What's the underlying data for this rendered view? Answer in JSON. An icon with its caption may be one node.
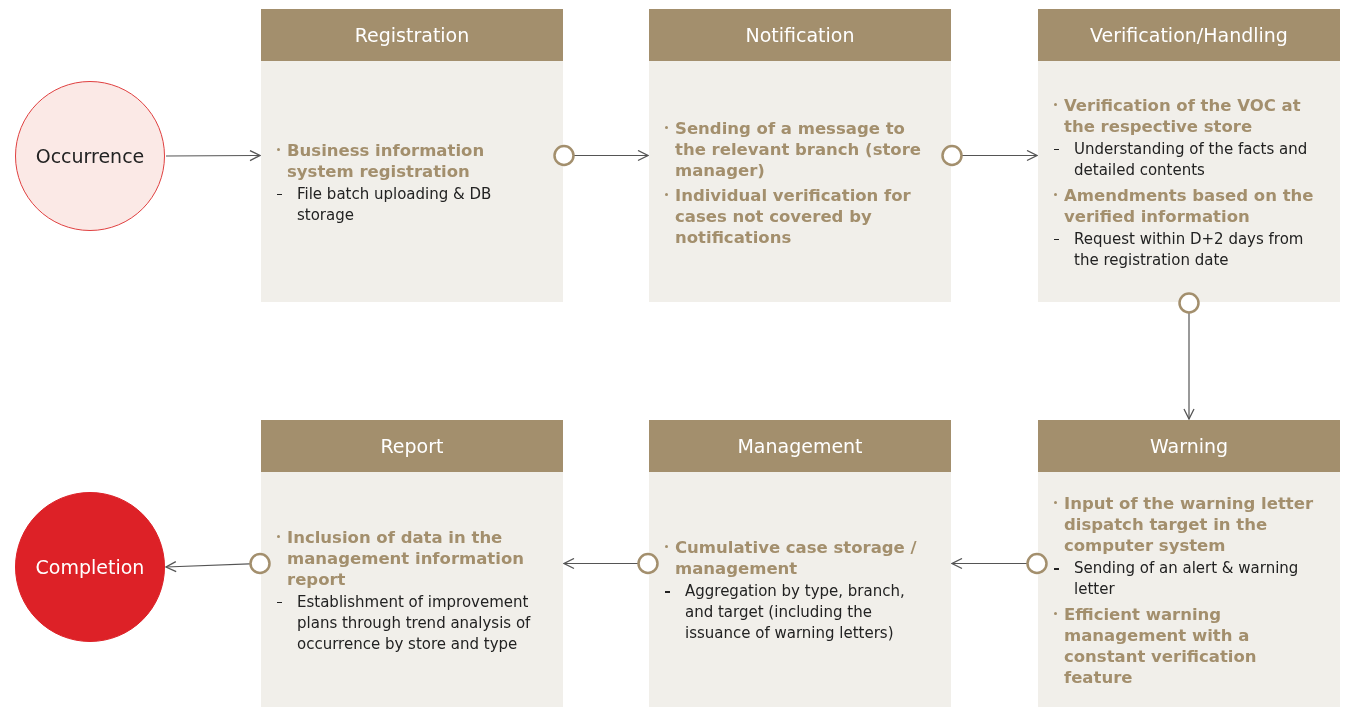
{
  "diagram": {
    "nodes": [
      {
        "text": [
          "Occurrence"
        ]
      },
      {
        "text": [
          "Registration",
          "Business information system registration",
          "File batch uploading & DB storage"
        ]
      },
      {
        "text": [
          "Notification",
          "Sending of a message to the relevant branch (store manager)",
          "Individual verification for cases not covered by notifications"
        ]
      },
      {
        "text": [
          "Verification/Handling",
          "Verification of the VOC at the respective store",
          "Understanding of the facts and detailed contents",
          "Amendments based on the verified information",
          "Request within D+2 days from the registration date"
        ]
      },
      {
        "text": [
          "Warning",
          "Input of the warning letter dispatch target in the computer system",
          "Sending of an alert & warning letter",
          "Efficient warning management with a constant verification feature"
        ]
      },
      {
        "text": [
          "Management",
          "Cumulative case storage / management",
          "Aggregation by type, branch, and target (including the issuance of warning letters)"
        ]
      },
      {
        "text": [
          "Report",
          "Inclusion of data in the management information report",
          "Establishment of improvement plans through trend analysis of occurrence by store and type"
        ]
      },
      {
        "text": [
          "Completion"
        ]
      }
    ],
    "edges": [
      {
        "from": 0,
        "to": 1,
        "arrow": "to"
      },
      {
        "from": 1,
        "to": 2,
        "arrow": "to"
      },
      {
        "from": 2,
        "to": 3,
        "arrow": "to"
      },
      {
        "from": 3,
        "to": 4,
        "arrow": "to"
      },
      {
        "from": 4,
        "to": 5,
        "arrow": "to"
      },
      {
        "from": 5,
        "to": 6,
        "arrow": "to"
      },
      {
        "from": 6,
        "to": 7,
        "arrow": "to"
      }
    ]
  }
}
